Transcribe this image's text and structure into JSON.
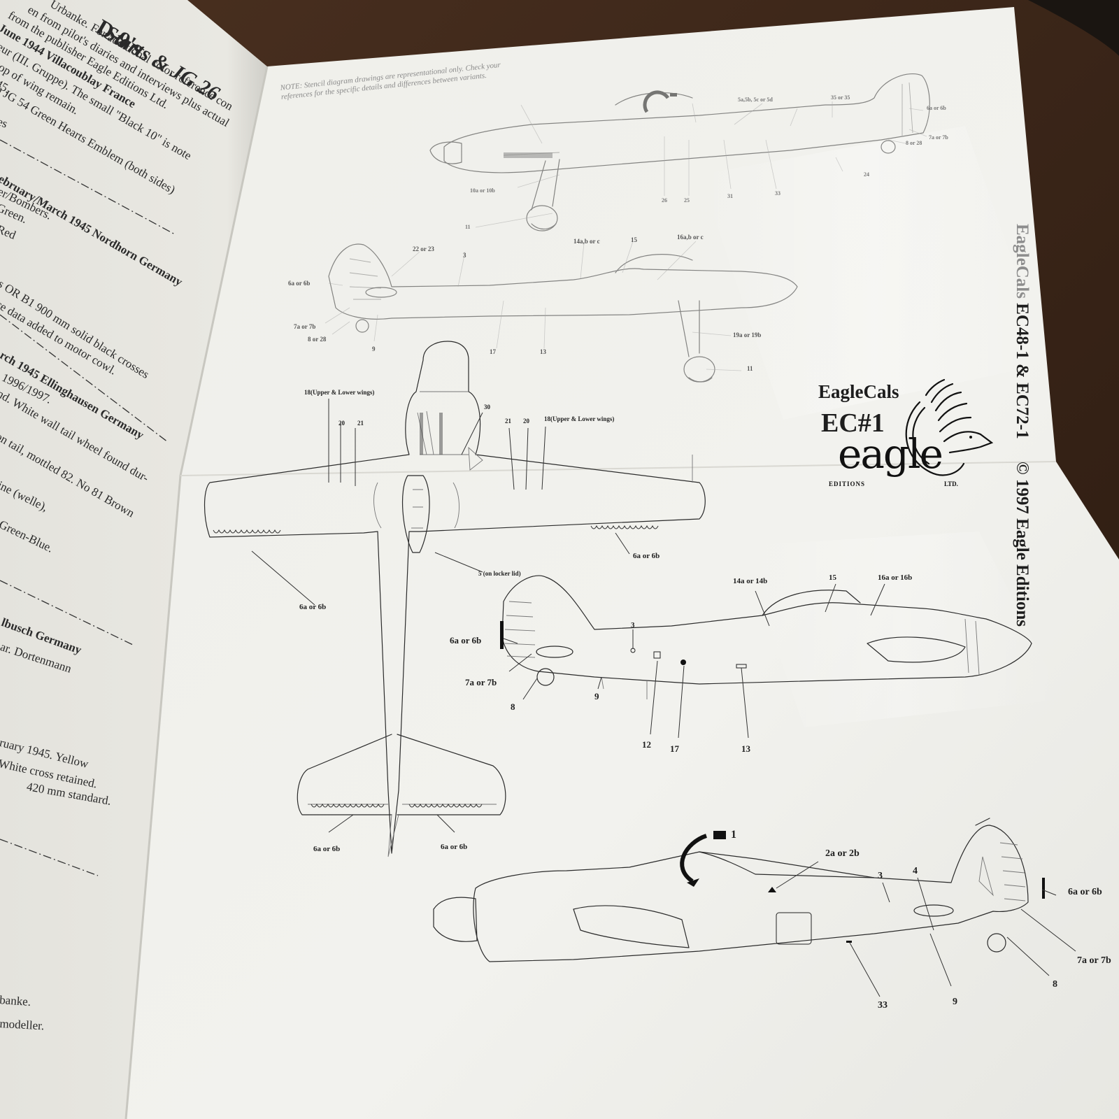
{
  "left_page": {
    "lines": [
      {
        "text": "D-9's",
        "bold": true
      },
      {
        "text": "Starts & JG 26",
        "bold": true
      },
      {
        "text": "Urbanke. For additional color reference con",
        "bold": false
      },
      {
        "text": "en from pilot's diaries and interviews plus actual",
        "bold": false
      },
      {
        "text": "from the publisher Eagle Editions Ltd.",
        "bold": false
      },
      {
        "text": "June 1944  Villacoublay France",
        "bold": true
      },
      {
        "text": "eur (III. Gruppe). The small \"Black 10\" is note",
        "bold": false
      },
      {
        "text": "top of wing remain.",
        "bold": false
      },
      {
        "text": "45.",
        "bold": false
      },
      {
        "text": "n JG 54 Green Hearts Emblem (both sides)",
        "bold": false
      },
      {
        "text": "es",
        "bold": false
      },
      {
        "text": "ebruary/March 1945  Nordhorn Germany",
        "bold": true
      },
      {
        "text": "er/Bombers.",
        "bold": false
      },
      {
        "text": "Green.",
        "bold": false
      },
      {
        "text": "Red",
        "bold": false
      },
      {
        "text": "s OR B1 900 mm solid black crosses",
        "bold": false
      },
      {
        "text": "ce data added to motor cowl.",
        "bold": false
      },
      {
        "text": "rch 1945  Ellinghausen Germany",
        "bold": true
      },
      {
        "text": "1996/1997.",
        "bold": false
      },
      {
        "text": "nd. White wall tail wheel found dur-",
        "bold": false
      },
      {
        "text": "on tail, mottled 82. No 81 Brown",
        "bold": false
      },
      {
        "text": "ine (welle),",
        "bold": false
      },
      {
        "text": "Green-Blue.",
        "bold": false
      },
      {
        "text": "lbusch Germany",
        "bold": true
      },
      {
        "text": "ar. Dortenmann",
        "bold": false
      },
      {
        "text": "ruary 1945. Yellow",
        "bold": false
      },
      {
        "text": "White cross retained.",
        "bold": false
      },
      {
        "text": "420 mm standard.",
        "bold": false
      },
      {
        "text": "banke.",
        "bold": false
      },
      {
        "text": "modeller.",
        "bold": false
      }
    ]
  },
  "right_page": {
    "note": "NOTE: Stencil diagram drawings are representational only. Check your references for the specific details and differences between variants.",
    "side_title_faded": "EagleCals",
    "side_title": "EC48-1 & EC72-1",
    "copyright": "© 1997 Eagle Editions",
    "brand": {
      "eaglecals": "EagleCals",
      "ec": "EC#1",
      "eagle": "eagle",
      "editions": "EDITIONS",
      "ltd": "LTD."
    },
    "labels": {
      "a_5a": "5a,5b, 5c or 5d",
      "a_35": "35 or 35",
      "a_6": "6a or 6b",
      "a_7": "7a or 7b",
      "a_8": "8 or 28",
      "a_24": "24",
      "a_26": "26",
      "a_25": "25",
      "a_31": "31",
      "a_33": "33",
      "a_10": "10a or 10b",
      "a_11": "11",
      "b_22": "22 or 23",
      "b_3": "3",
      "b_14": "14a,b or c",
      "b_15": "15",
      "b_16": "16a,b or c",
      "b_6": "6a or 6b",
      "b_7": "7a or 7b",
      "b_8": "8 or 28",
      "b_9": "9",
      "b_17": "17",
      "b_13": "13",
      "b_19": "19a or 19b",
      "b_11": "11",
      "p_18a": "18(Upper & Lower wings)",
      "p_20a": "20",
      "p_21a": "21",
      "p_30": "30",
      "p_21b": "21",
      "p_20b": "20",
      "p_18b": "18(Upper & Lower wings)",
      "p_6r": "6a or 6b",
      "p_5": "5 (on locker lid)",
      "p_6l": "6a or 6b",
      "p_6tl": "6a or 6b",
      "p_6tr": "6a or 6b",
      "c_14": "14a or 14b",
      "c_15": "15",
      "c_16": "16a or 16b",
      "c_3": "3",
      "c_6": "6a or 6b",
      "c_7": "7a or 7b",
      "c_8": "8",
      "c_9": "9",
      "c_12": "12",
      "c_17": "17",
      "c_13": "13",
      "d_1": "1",
      "d_2": "2a or 2b",
      "d_3": "3",
      "d_4": "4",
      "d_6": "6a or 6b",
      "d_7": "7a or 7b",
      "d_8": "8",
      "d_9": "9",
      "d_33": "33"
    }
  },
  "colors": {
    "paper": "#eeeee9",
    "paper_left": "#e6e5df",
    "background_wood": "#3b2619",
    "ink": "#1e1e1e"
  }
}
